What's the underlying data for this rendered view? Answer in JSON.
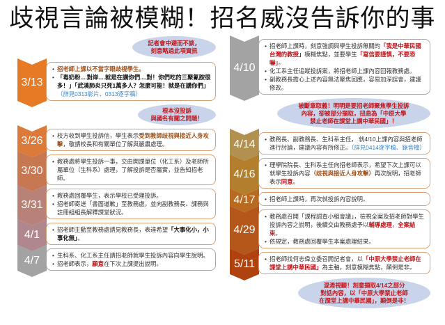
{
  "title": "歧視言論被模糊！招名威沒告訴你的事",
  "events": [
    {
      "date": "3/13",
      "color": "#e67a25",
      "bullets": [
        [
          {
            "t": "招老師上課以不當字眼歧視學生。",
            "s": "brown"
          }
        ],
        [
          {
            "t": "「毒奶粉....對岸....就是在講你們....對！你們吃的三聚氰胺很多！」「武漢肺炎只死1萬多人？怎麼可能！就是在講你們」",
            "s": "bold"
          },
          {
            "t": "（詳見0313影片、0313逐字稿）",
            "s": "blue"
          }
        ]
      ]
    },
    {
      "date": "3/26",
      "color": "#dc7a3a",
      "bullets": [
        [
          {
            "t": "校方收到學生投訴信，學生表示"
          },
          {
            "t": "受到教師歧視與接近人身攻擊",
            "s": "brown"
          },
          {
            "t": "，敬請校長和有關單位了解與嚴肅處理。"
          }
        ]
      ]
    },
    {
      "date": "3/30",
      "color": "#c77752",
      "bullets": [
        [
          {
            "t": "教務處將學生投訴一事，交由開課單位（化工系）及老師所屬單位（生科系）處理，了解投訴是否屬實，並告知招老師。"
          }
        ]
      ]
    },
    {
      "date": "3/31",
      "color": "#b88278",
      "bullets": [
        [
          {
            "t": "教務處回覆學生，表示學校已受理投訴。"
          }
        ],
        [
          {
            "t": "招老師寄送「書面道歉」至教務處，並向副教務長、課務與註冊組組長解釋課堂狀況。"
          }
        ]
      ]
    },
    {
      "date": "4/1",
      "color": "#b0878c",
      "bullets": [
        [
          {
            "t": "招老師主動至教務處請見教務長，表達希望"
          },
          {
            "t": "「大事化小，小事化無」",
            "s": "bold"
          },
          {
            "t": "。"
          }
        ]
      ]
    },
    {
      "date": "4/7",
      "color": "#a3a3a3",
      "bullets": [
        [
          {
            "t": "生科系、化工系主任請招老師就學生投訴內容向學生說明。"
          }
        ],
        [
          {
            "t": "招老師表示，"
          },
          {
            "t": "願意",
            "s": "red"
          },
          {
            "t": "在下次上課提出說明。"
          }
        ]
      ]
    },
    {
      "date": "4/10",
      "color": "#a3a3a3",
      "bullets": [
        [
          {
            "t": "招老師上課時，刻意強調與學生投訴無關的"
          },
          {
            "t": "「我是中華民國台灣的教授」",
            "s": "red"
          },
          {
            "t": "模糊焦點，並要學生"
          },
          {
            "t": "「寫信要謹慎，不要恐嚇」",
            "s": "red"
          },
          {
            "t": "。"
          }
        ],
        [
          {
            "t": "化工系主任追蹤投訴案，將招老師上課內容回報教務處。"
          }
        ],
        [
          {
            "t": "副教務長擔心上述內容無法聚焦回應，容易加深誤會，建議修改。"
          }
        ]
      ]
    },
    {
      "date": "4/14",
      "color": "#b19050",
      "bullets": [
        [
          {
            "t": "教務長、副教務長、生科系主任， 就4/10上課內容與招老師進行討論，建議內容有所修正。"
          },
          {
            "t": "（詳見0414逐字稿、錄音檔）",
            "s": "blue"
          }
        ]
      ]
    },
    {
      "date": "4/16",
      "color": "#b47f2c",
      "bullets": [
        [
          {
            "t": "理學院院長、生科系主任向招老師表示，希望下次上課可以就學生投訴內容"
          },
          {
            "t": "（歧視與接近人身攻擊）",
            "s": "brown"
          },
          {
            "t": "再次說明，招老師表示"
          },
          {
            "t": "同意",
            "s": "red"
          },
          {
            "t": "。"
          }
        ]
      ]
    },
    {
      "date": "4/17",
      "color": "#b76a20",
      "bullets": [
        [
          {
            "t": "招老師上課時，再次就投訴內容說明。"
          }
        ]
      ]
    },
    {
      "date": "4/29",
      "color": "#b5561a",
      "bullets": [
        [
          {
            "t": "教務處召開「課程調查小組會議」，檢視全案及招老師對學生投訴內容之說明，後續交由教務處予以"
          },
          {
            "t": "輔導處理",
            "s": "red"
          },
          {
            "t": "，"
          },
          {
            "t": "全案結束",
            "s": "red"
          },
          {
            "t": "。"
          }
        ],
        [
          {
            "t": "依規定，教務處回覆學生本案處理結果。"
          }
        ]
      ]
    },
    {
      "date": "5/11",
      "color": "#b0420f",
      "bullets": [
        [
          {
            "t": "招老師找何志偉立委召開記者會，以"
          },
          {
            "t": "「中原大學禁止老師在課堂上講中華民國」",
            "s": "red"
          },
          {
            "t": "為主軸，刻意模糊焦點，顛倒是非。"
          }
        ]
      ]
    }
  ],
  "callouts": [
    "記者會中避而不談，\n刻意略過此項資訊",
    "根本沒投訴\n與國名有關之問題！",
    "被斷章取義！明明是要招老師聚焦學生投訴\n內容，卻被部分擷取，扭曲為「中原大學\n禁止老師在課堂上講中華民國」！",
    "混淆視聽！刻意擷取4/14之部分\n對話內容，以「中原大學禁止老師\n在課堂上講中華民國」，顛倒是非！"
  ]
}
